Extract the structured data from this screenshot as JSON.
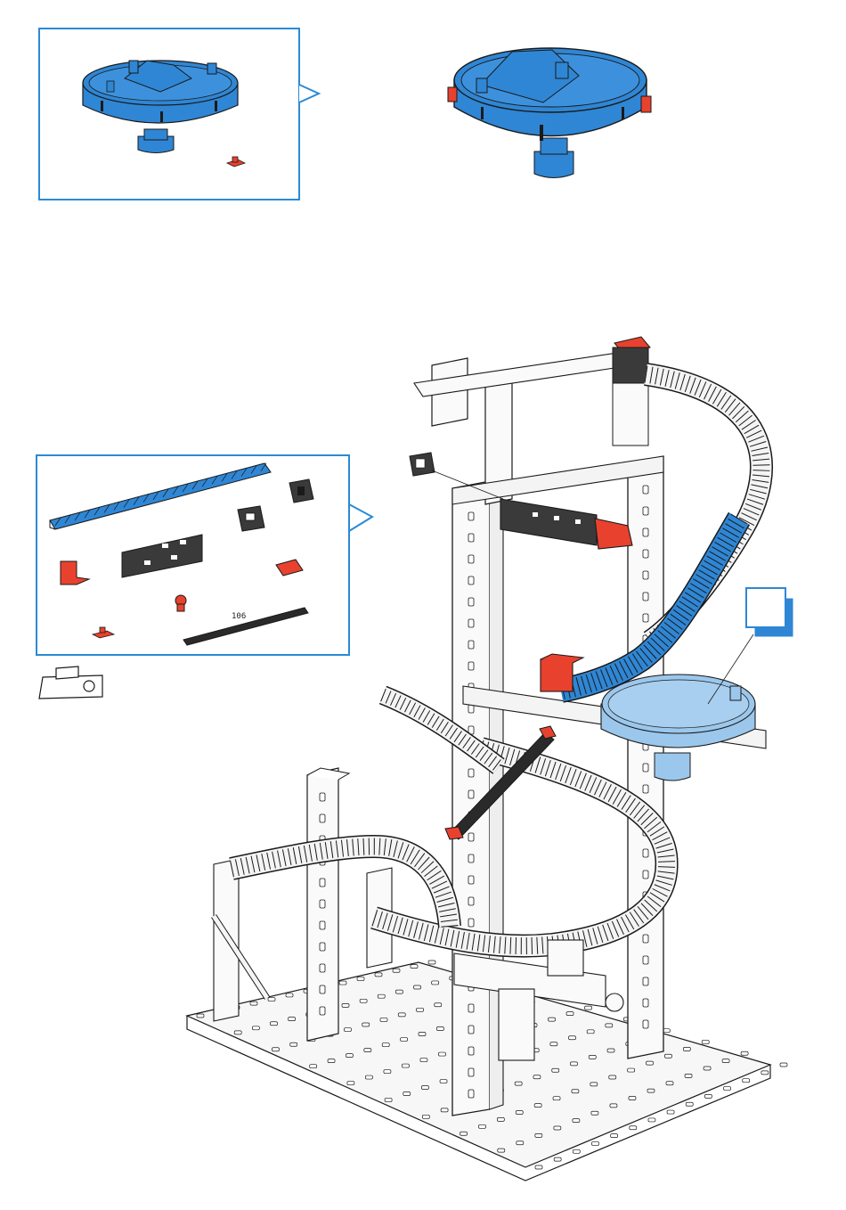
{
  "colors": {
    "blue": "#2f86d4",
    "blue_light": "#9cc7ec",
    "red": "#e8422e",
    "dark_gray": "#3a3a3a",
    "outline": "#1a1a1a",
    "callout_border": "#2a8ad6"
  },
  "parts_callout": {
    "rod_label": "106",
    "items": [
      {
        "name": "blue-track-segment"
      },
      {
        "name": "dark-building-block"
      },
      {
        "name": "dark-angle-block-small"
      },
      {
        "name": "dark-angle-block-large"
      },
      {
        "name": "red-support-block"
      },
      {
        "name": "red-connector-plate"
      },
      {
        "name": "red-pin"
      },
      {
        "name": "red-clip"
      },
      {
        "name": "black-strut"
      }
    ]
  },
  "top_callout": {
    "items": [
      {
        "name": "blue-funnel-part"
      },
      {
        "name": "red-clip"
      }
    ]
  },
  "step_indicator": {
    "label": ""
  }
}
